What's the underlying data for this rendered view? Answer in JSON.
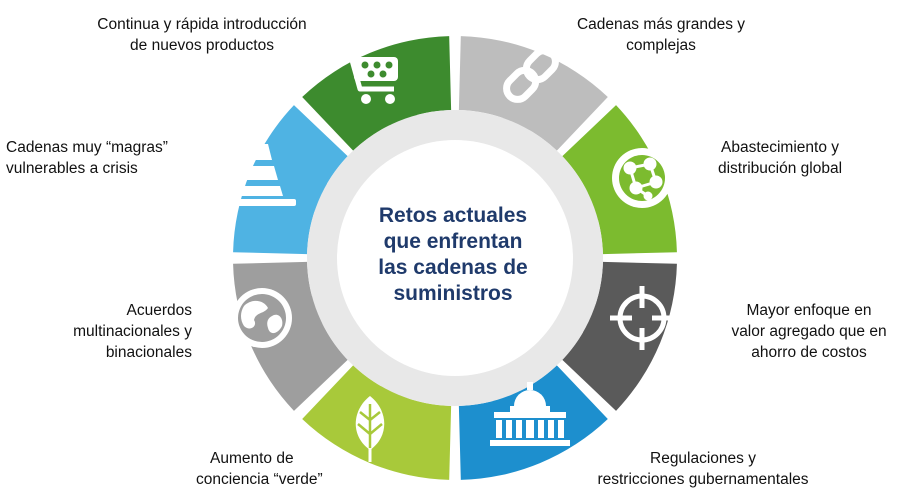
{
  "center": {
    "lines": [
      "Retos actuales",
      "que enfrentan",
      "las cadenas de",
      "suministros"
    ]
  },
  "segments": [
    {
      "lines": [
        "Continua y rápida introducción",
        "de nuevos productos"
      ],
      "icon": "shopping-cart-icon",
      "color": "#3d8b2e"
    },
    {
      "lines": [
        "Cadenas más grandes y",
        "complejas"
      ],
      "icon": "chain-link-icon",
      "color": "#bdbdbd"
    },
    {
      "lines": [
        "Abastecimiento y",
        "distribución global"
      ],
      "icon": "globe-network-icon",
      "color": "#7cbb2f"
    },
    {
      "lines": [
        "Mayor enfoque en",
        "valor agregado que en",
        "ahorro de costos"
      ],
      "icon": "crosshair-target-icon",
      "color": "#5a5a5a"
    },
    {
      "lines": [
        "Regulaciones y",
        "restricciones gubernamentales"
      ],
      "icon": "government-building-icon",
      "color": "#1d8fce"
    },
    {
      "lines": [
        "Aumento de",
        "conciencia “verde”"
      ],
      "icon": "leaf-icon",
      "color": "#a8c93a"
    },
    {
      "lines": [
        "Acuerdos",
        "multinacionales y",
        "binacionales"
      ],
      "icon": "earth-globe-icon",
      "color": "#9e9e9e"
    },
    {
      "lines": [
        "Cadenas muy “magras”",
        "vulnerables a crisis"
      ],
      "icon": "traffic-cone-icon",
      "color": "#4fb3e3"
    }
  ]
}
